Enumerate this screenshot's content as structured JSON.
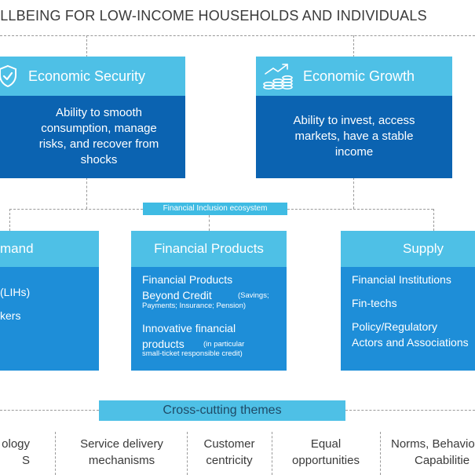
{
  "header": {
    "title": "ELLBEING FOR LOW-INCOME HOUSEHOLDS AND INDIVIDUALS"
  },
  "security": {
    "title": "Economic Security",
    "icon": "shield-check-icon",
    "body": [
      "Ability to smooth",
      "consumption, manage",
      "risks, and recover from",
      "shocks"
    ]
  },
  "growth": {
    "title": "Economic Growth",
    "icon": "coins-growth-icon",
    "body": [
      "Ability to invest, access",
      "markets, have a stable",
      "income"
    ]
  },
  "ecosystem": {
    "label": "Financial Inclusion ecosystem"
  },
  "demand": {
    "title": "mand",
    "items": [
      "(LIHs)",
      "kers"
    ]
  },
  "products": {
    "title": "Financial Products",
    "item1_line1": "Financial Products",
    "item1_line2": "Beyond Credit",
    "item1_note1": "(Savings;",
    "item1_note2": "Payments; Insurance; Pension)",
    "item2_line1": "Innovative financial",
    "item2_line2": "products",
    "item2_note1": "(in particular",
    "item2_note2": "small-ticket responsible credit)"
  },
  "supply": {
    "title": "Supply",
    "items": [
      "Financial Institutions",
      "Fin-techs",
      "Policy/Regulatory",
      "Actors and Associations"
    ]
  },
  "themes": {
    "title": "Cross-cutting themes",
    "items": [
      [
        "ology",
        "S"
      ],
      [
        "Service delivery",
        "mechanisms"
      ],
      [
        "Customer",
        "centricity"
      ],
      [
        "Equal",
        "opportunities"
      ],
      [
        "Norms, Behavio",
        "Capabilitie"
      ]
    ]
  },
  "colors": {
    "light": "#4ec0e6",
    "dark": "#0b63b1",
    "mid": "#1e8ed8"
  }
}
